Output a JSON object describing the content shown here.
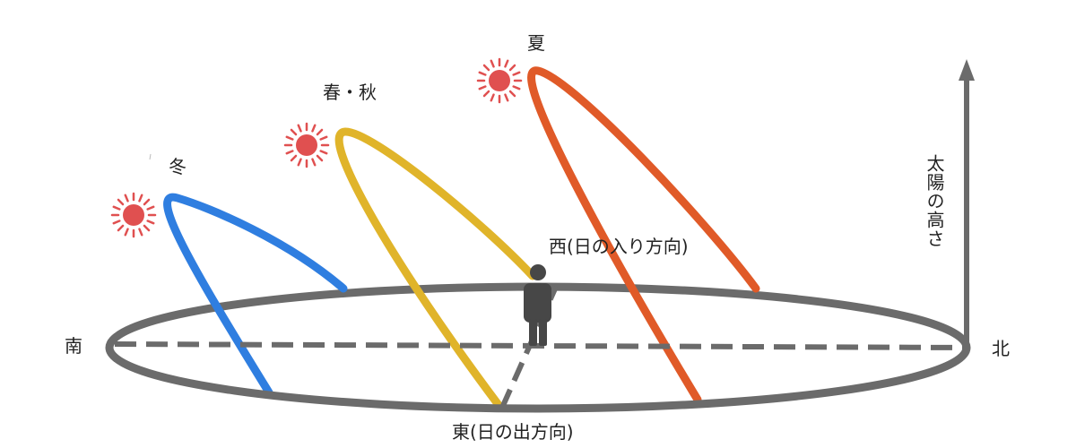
{
  "directions": {
    "south": "南",
    "north": "北",
    "east": "東(日の出方向)",
    "west": "西(日の入り方向)"
  },
  "seasons": {
    "winter": {
      "label": "冬",
      "color": "#2f7ee0"
    },
    "spring_autumn": {
      "label": "春・秋",
      "color": "#e0b42a"
    },
    "summer": {
      "label": "夏",
      "color": "#e05a28"
    }
  },
  "axis": {
    "label": "太陽の高さ"
  },
  "colors": {
    "horizon": "#6b6b6b",
    "sun": "#e05050",
    "person": "#474747",
    "axis": "#6b6b6b"
  },
  "icons": {
    "sun": "sun-icon",
    "person": "person-icon",
    "arrow": "arrow-up-icon"
  }
}
